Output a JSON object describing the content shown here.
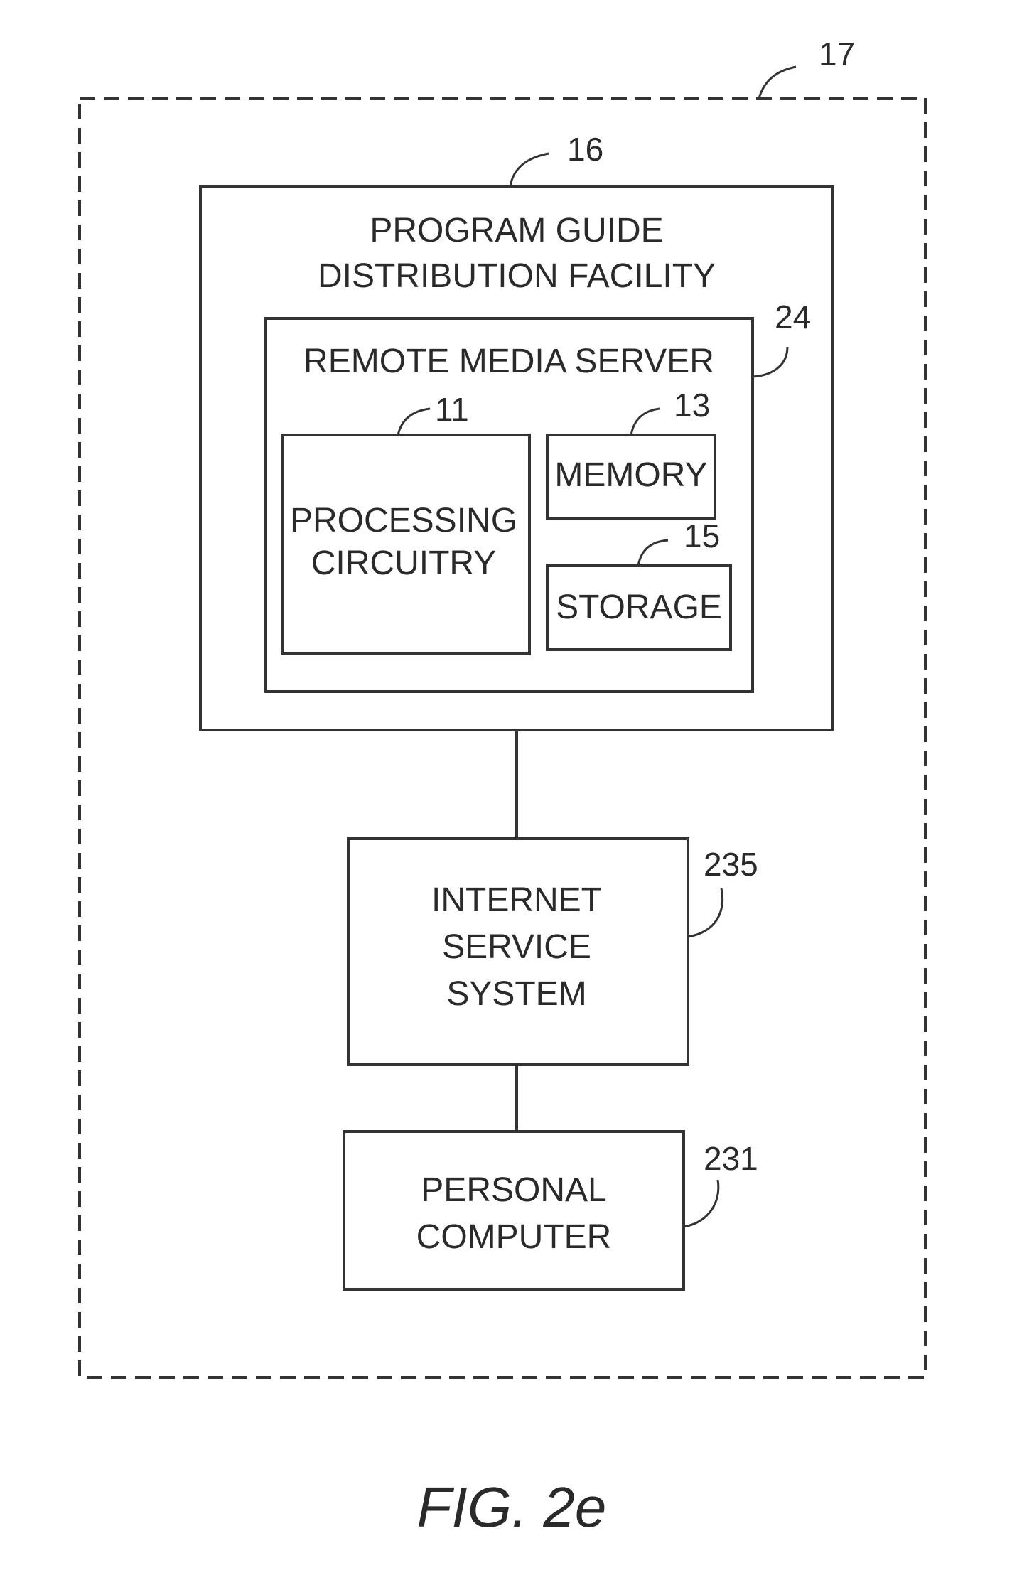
{
  "figure": {
    "caption": "FIG. 2e",
    "outer_ref": "17",
    "facility": {
      "ref": "16",
      "line1": "PROGRAM GUIDE",
      "line2": "DISTRIBUTION FACILITY"
    },
    "server": {
      "ref": "24",
      "title": "REMOTE MEDIA SERVER"
    },
    "processing": {
      "ref": "11",
      "line1": "PROCESSING",
      "line2": "CIRCUITRY"
    },
    "memory": {
      "ref": "13",
      "label": "MEMORY"
    },
    "storage": {
      "ref": "15",
      "label": "STORAGE"
    },
    "internet_service": {
      "ref": "235",
      "line1": "INTERNET",
      "line2": "SERVICE",
      "line3": "SYSTEM"
    },
    "personal_computer": {
      "ref": "231",
      "line1": "PERSONAL",
      "line2": "COMPUTER"
    }
  }
}
